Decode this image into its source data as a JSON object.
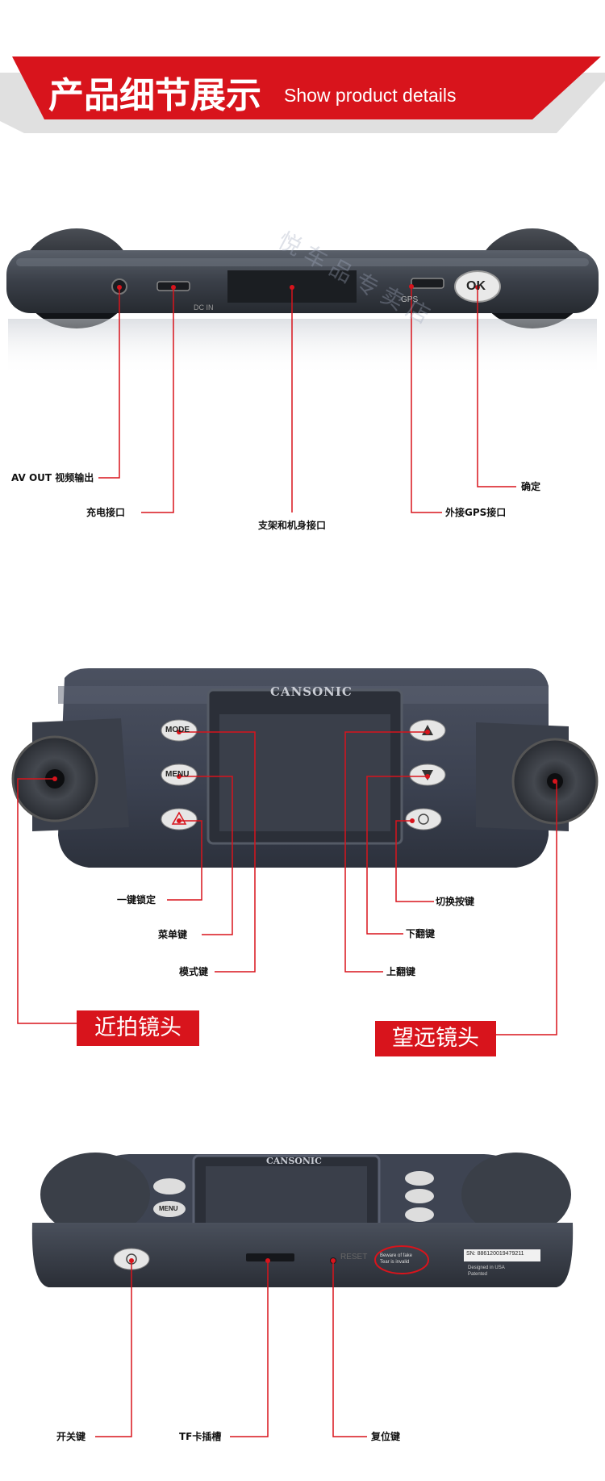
{
  "banner": {
    "title": "产品细节展示",
    "subtitle": "Show product details"
  },
  "section1": {
    "device_labels": {
      "gps": "GPS",
      "ok": "OK",
      "dc_in": "DC IN"
    },
    "callouts": {
      "av_out": "AV OUT 视频输出",
      "charge": "充电接口",
      "mount": "支架和机身接口",
      "gps": "外接GPS接口",
      "ok": "确定"
    }
  },
  "section2": {
    "brand": "CANSONIC",
    "buttons": {
      "mode": "MODE",
      "menu": "MENU"
    },
    "callouts": {
      "lock": "一键锁定",
      "menu": "菜单键",
      "mode": "模式键",
      "switch": "切换按键",
      "down": "下翻键",
      "up": "上翻键"
    },
    "lens_boxes": {
      "near": "近拍镜头",
      "far": "望远镜头"
    }
  },
  "section3": {
    "brand": "CANSONIC",
    "menu_text": "MENU",
    "reset_text": "RESET",
    "sticker_warning": [
      "Beware of fake",
      "Tear is invalid"
    ],
    "sn_label": "SN: 886120019479211",
    "designed": "Designed in USA",
    "patented": "Patented",
    "callouts": {
      "power": "开关键",
      "tf": "TF卡插槽",
      "reset": "复位键"
    }
  },
  "colors": {
    "accent": "#d8141c",
    "device_dark": "#3a3f4a",
    "line": "#d8141c"
  }
}
